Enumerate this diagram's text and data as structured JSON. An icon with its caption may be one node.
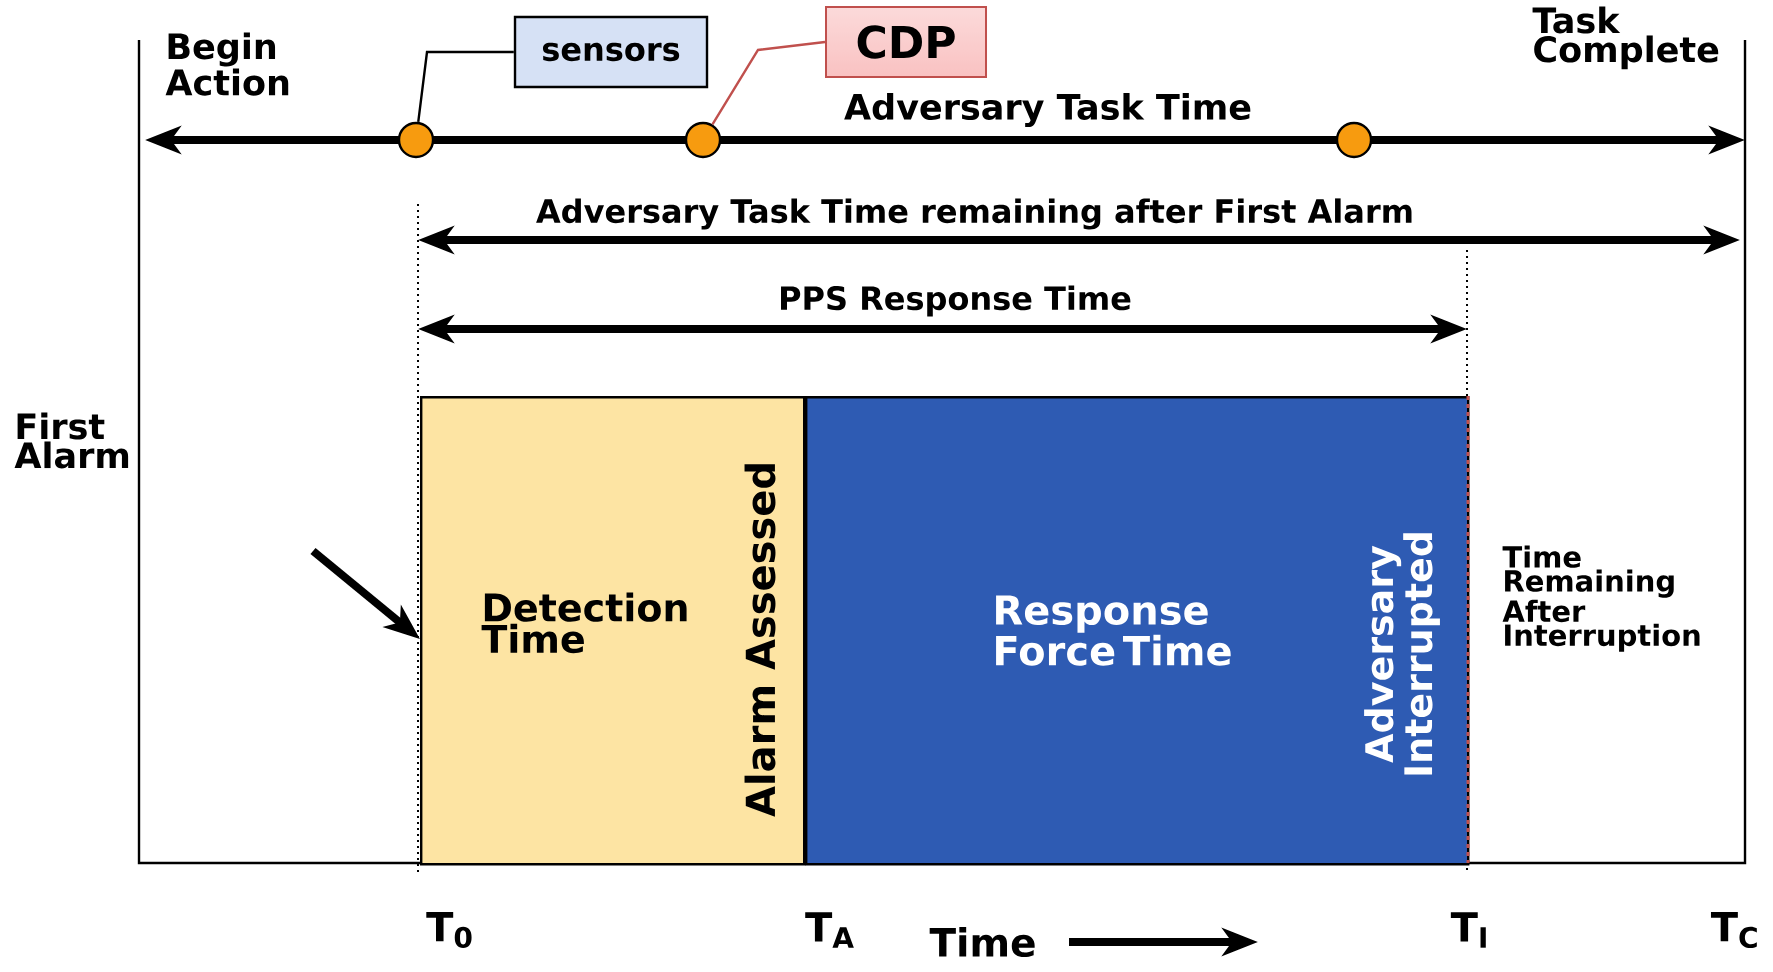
{
  "diagram": {
    "nodes": [
      {
        "text": [
          "sensors"
        ]
      },
      {
        "text": [
          "CDP"
        ]
      },
      {
        "text": [],
        "shape": "circle"
      },
      {
        "text": [],
        "shape": "circle"
      },
      {
        "text": [],
        "shape": "circle"
      },
      {
        "text": [
          "Detection Time",
          "Alarm Assessed"
        ]
      },
      {
        "text": [
          "Response Force Time",
          "Adversary Interrupted"
        ]
      }
    ],
    "edges": [
      {
        "from": 0,
        "to": 2,
        "arrow": "none"
      },
      {
        "from": 1,
        "to": 3,
        "arrow": "none",
        "color": "#c0504d"
      },
      {
        "from": null,
        "to": 5,
        "arrow": "to",
        "style": "thick"
      }
    ],
    "labels": [
      "Begin Action",
      "Task Complete",
      "Adversary Task Time",
      "Adversary Task Time remaining after First Alarm",
      "PPS Response Time",
      "First Alarm",
      "Time Remaining After Interruption",
      "T$_{0}$",
      "T$_{A}$",
      "Time",
      "T$_{I}$",
      "T$_{C}$"
    ]
  }
}
